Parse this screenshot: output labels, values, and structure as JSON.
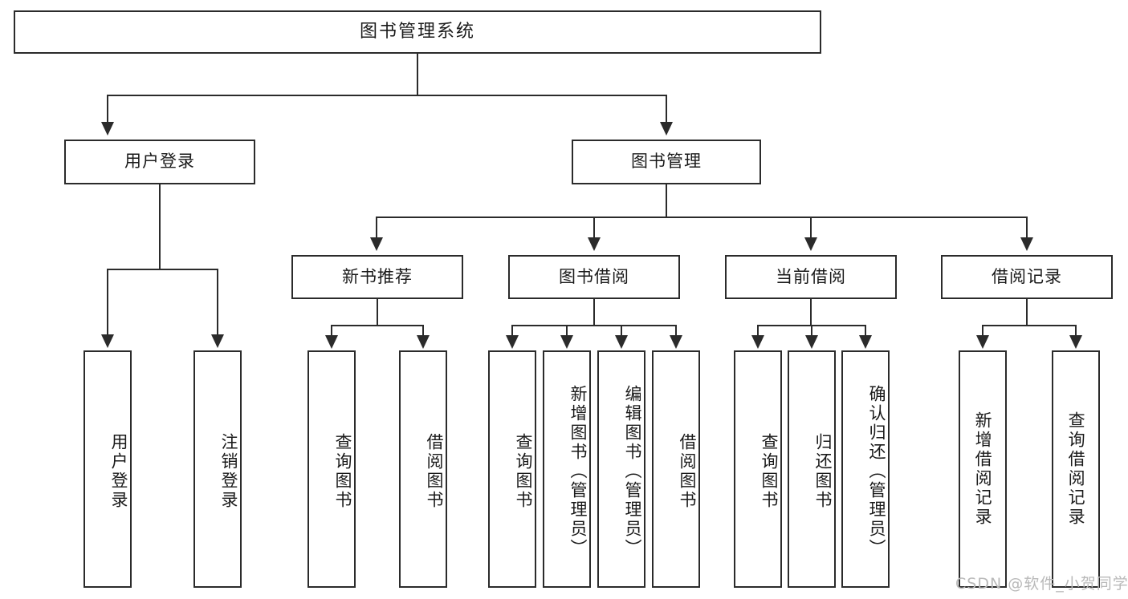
{
  "diagram": {
    "type": "tree-hierarchy-chart",
    "title": "图书管理系统",
    "root": {
      "id": "root",
      "label": "图书管理系统",
      "orientation": "horizontal"
    },
    "level2": [
      {
        "id": "user-login",
        "label": "用户登录",
        "orientation": "horizontal"
      },
      {
        "id": "book-manage",
        "label": "图书管理",
        "orientation": "horizontal"
      }
    ],
    "level3": [
      {
        "id": "new-book-recommend",
        "label": "新书推荐",
        "orientation": "horizontal",
        "parent": "book-manage"
      },
      {
        "id": "book-borrow",
        "label": "图书借阅",
        "orientation": "horizontal",
        "parent": "book-manage"
      },
      {
        "id": "current-borrow",
        "label": "当前借阅",
        "orientation": "horizontal",
        "parent": "book-manage"
      },
      {
        "id": "borrow-record",
        "label": "借阅记录",
        "orientation": "horizontal",
        "parent": "book-manage"
      }
    ],
    "leaves": {
      "user_login": [
        {
          "id": "leaf-user-login",
          "label": "用户登录",
          "orientation": "vertical"
        },
        {
          "id": "leaf-logout",
          "label": "注销登录",
          "orientation": "vertical"
        }
      ],
      "new_book_recommend": [
        {
          "id": "leaf-query-book-1",
          "label": "查询图书",
          "orientation": "vertical"
        },
        {
          "id": "leaf-borrow-book-1",
          "label": "借阅图书",
          "orientation": "vertical"
        }
      ],
      "book_borrow": [
        {
          "id": "leaf-query-book-2",
          "label": "查询图书",
          "orientation": "vertical"
        },
        {
          "id": "leaf-add-book",
          "label": "新增图书（管理员）",
          "orientation": "vertical"
        },
        {
          "id": "leaf-edit-book",
          "label": "编辑图书（管理员）",
          "orientation": "vertical"
        },
        {
          "id": "leaf-borrow-book-2",
          "label": "借阅图书",
          "orientation": "vertical"
        }
      ],
      "current_borrow": [
        {
          "id": "leaf-query-book-3",
          "label": "查询图书",
          "orientation": "vertical"
        },
        {
          "id": "leaf-return-book",
          "label": "归还图书",
          "orientation": "vertical"
        },
        {
          "id": "leaf-confirm-return",
          "label": "确认归还（管理员）",
          "orientation": "vertical"
        }
      ],
      "borrow_record": [
        {
          "id": "leaf-add-record",
          "label": "新增借阅记录",
          "orientation": "vertical"
        },
        {
          "id": "leaf-query-record",
          "label": "查询借阅记录",
          "orientation": "vertical"
        }
      ]
    },
    "colors": {
      "stroke": "#2b2b2b",
      "fill": "#ffffff",
      "text": "#1a1a1a",
      "watermark": "#b9b9b9"
    }
  },
  "watermark": {
    "text": "CSDN @软件_小贺同学"
  }
}
